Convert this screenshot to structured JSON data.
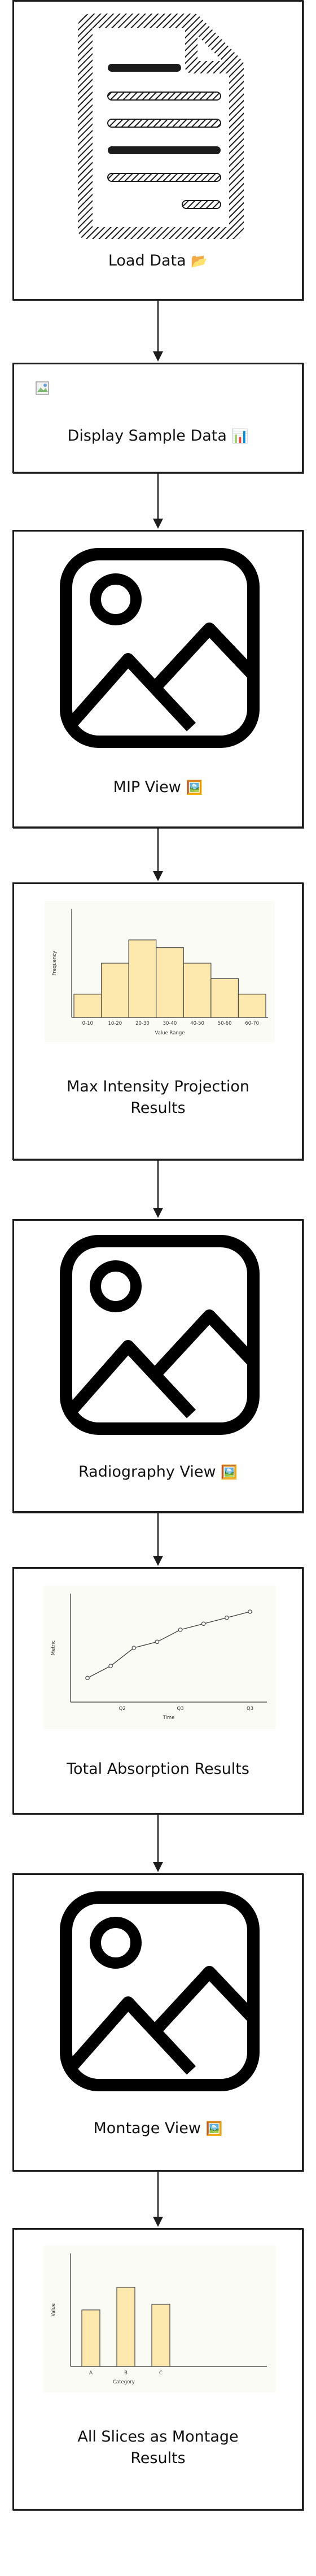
{
  "nodes": [
    {
      "label": "Load Data",
      "emoji": "📂",
      "icon": "document-icon"
    },
    {
      "label": "Display Sample Data",
      "emoji": "📊",
      "icon": "broken-image-icon"
    },
    {
      "label": "MIP View",
      "emoji": "🖼️",
      "icon": "image-placeholder-icon"
    },
    {
      "label": "Max Intensity Projection Results",
      "icon": "histogram-chart"
    },
    {
      "label": "Radiography View",
      "emoji": "🖼️",
      "icon": "image-placeholder-icon"
    },
    {
      "label": "Total Absorption Results",
      "icon": "line-chart"
    },
    {
      "label": "Montage View",
      "emoji": "🖼️",
      "icon": "image-placeholder-icon"
    },
    {
      "label": "All Slices as Montage Results",
      "icon": "bar-chart"
    }
  ],
  "chart_data": [
    {
      "type": "bar",
      "categories": [
        "0-10",
        "10-20",
        "20-30",
        "30-40",
        "40-50",
        "50-60",
        "60-70"
      ],
      "values": [
        3,
        7,
        10,
        9,
        7,
        5,
        3
      ],
      "xlabel": "Value Range",
      "ylabel": "Frequency",
      "ylim": [
        0,
        14
      ]
    },
    {
      "type": "line",
      "x": [
        0,
        1,
        2,
        3,
        4,
        5,
        6,
        7
      ],
      "values": [
        2,
        3,
        4.5,
        5,
        6,
        6.5,
        7,
        7.5
      ],
      "xticks": [
        "Q2",
        "Q3",
        "Q3"
      ],
      "xlabel": "Time",
      "ylabel": "Metric",
      "ylim": [
        0,
        9
      ]
    },
    {
      "type": "bar",
      "categories": [
        "A",
        "B",
        "C"
      ],
      "values": [
        5,
        7,
        5.5
      ],
      "xlabel": "Category",
      "ylabel": "Value",
      "ylim": [
        0,
        10
      ]
    }
  ],
  "colors": {
    "bar_fill": "#fde9ad",
    "border": "#1c1c1c"
  }
}
